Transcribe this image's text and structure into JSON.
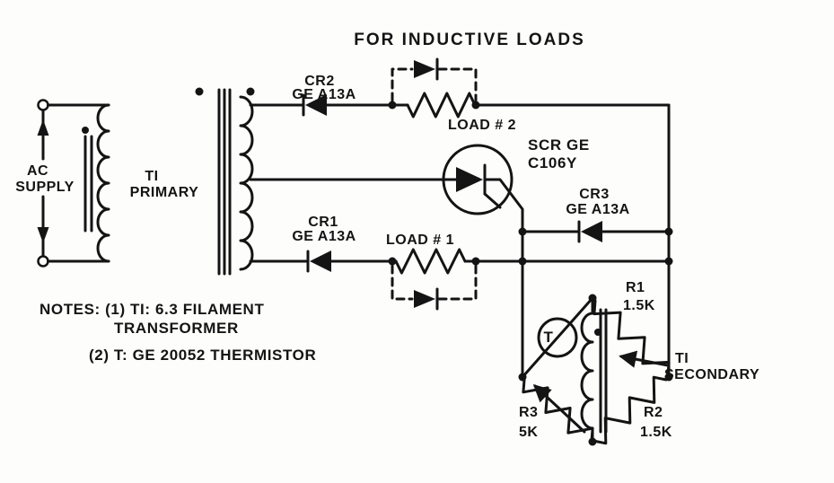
{
  "ink": "#141414",
  "background": "#fdfdfc",
  "labels": {
    "inductive_note": "FOR INDUCTIVE LOADS",
    "ac_supply_1": "AC",
    "ac_supply_2": "SUPPLY",
    "t1_primary_1": "TI",
    "t1_primary_2": "PRIMARY",
    "cr2_1": "CR2",
    "cr2_2": "GE A13A",
    "cr1_1": "CR1",
    "cr1_2": "GE A13A",
    "cr3_1": "CR3",
    "cr3_2": "GE A13A",
    "load2": "LOAD # 2",
    "load1": "LOAD # 1",
    "scr_1": "SCR GE",
    "scr_2": "C106Y",
    "thermistor": "T",
    "r1_name": "R1",
    "r1_value": "1.5K",
    "r2_name": "R2",
    "r2_value": "1.5K",
    "r3_name": "R3",
    "r3_value": "5K",
    "t1_secondary_1": "TI",
    "t1_secondary_2": "SECONDARY",
    "notes_1": "NOTES: (1) TI: 6.3 FILAMENT",
    "notes_2": "TRANSFORMER",
    "notes_3": "(2) T: GE 20052 THERMISTOR"
  }
}
